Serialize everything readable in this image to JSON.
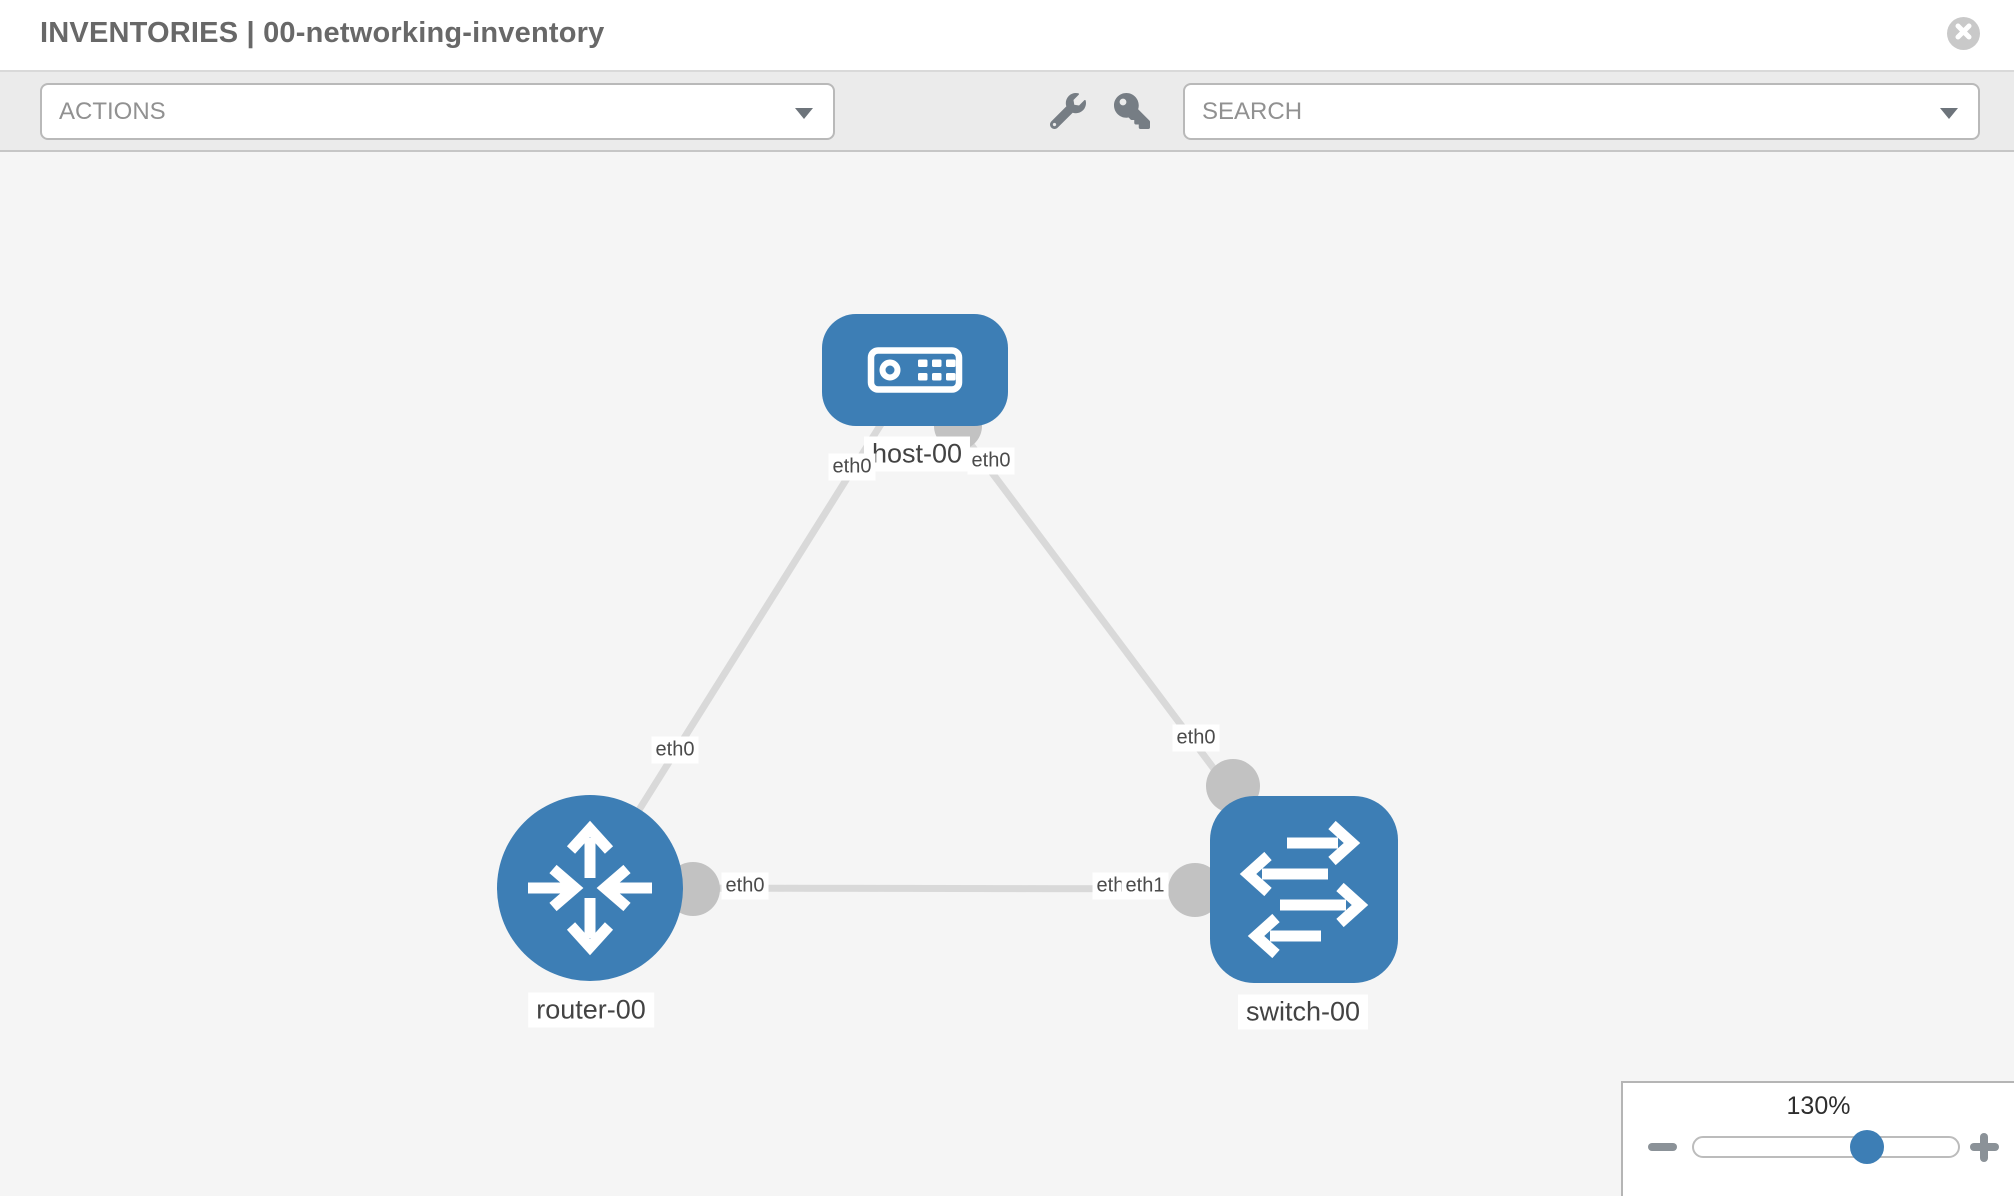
{
  "header": {
    "title": "INVENTORIES | 00-networking-inventory"
  },
  "toolbar": {
    "actions_label": "ACTIONS",
    "search_label": "SEARCH",
    "icons": [
      "wrench-icon",
      "key-icon"
    ]
  },
  "topology": {
    "nodes": [
      {
        "label": "host-00",
        "type": "host"
      },
      {
        "label": "router-00",
        "type": "router"
      },
      {
        "label": "switch-00",
        "type": "switch"
      }
    ],
    "links": [
      {
        "from": "host-00",
        "to": "router-00"
      },
      {
        "from": "host-00",
        "to": "switch-00"
      },
      {
        "from": "router-00",
        "to": "switch-00"
      }
    ],
    "iface_labels": {
      "host_left": "eth0",
      "host_right": "eth0",
      "router_top": "eth0",
      "switch_top": "eth0",
      "router_right": "eth0",
      "switch_left_back": "eth0",
      "switch_left_front": "eth1"
    }
  },
  "zoom_control": {
    "level": "130%"
  },
  "colors": {
    "node_blue": "#3d7eb5",
    "link_gray": "#d9d9d9",
    "port_gray": "#c2c2c2",
    "toolbar_bg": "#ebebeb",
    "canvas_bg": "#f5f5f5",
    "icon_gray": "#767d84",
    "title_gray": "#686868"
  }
}
